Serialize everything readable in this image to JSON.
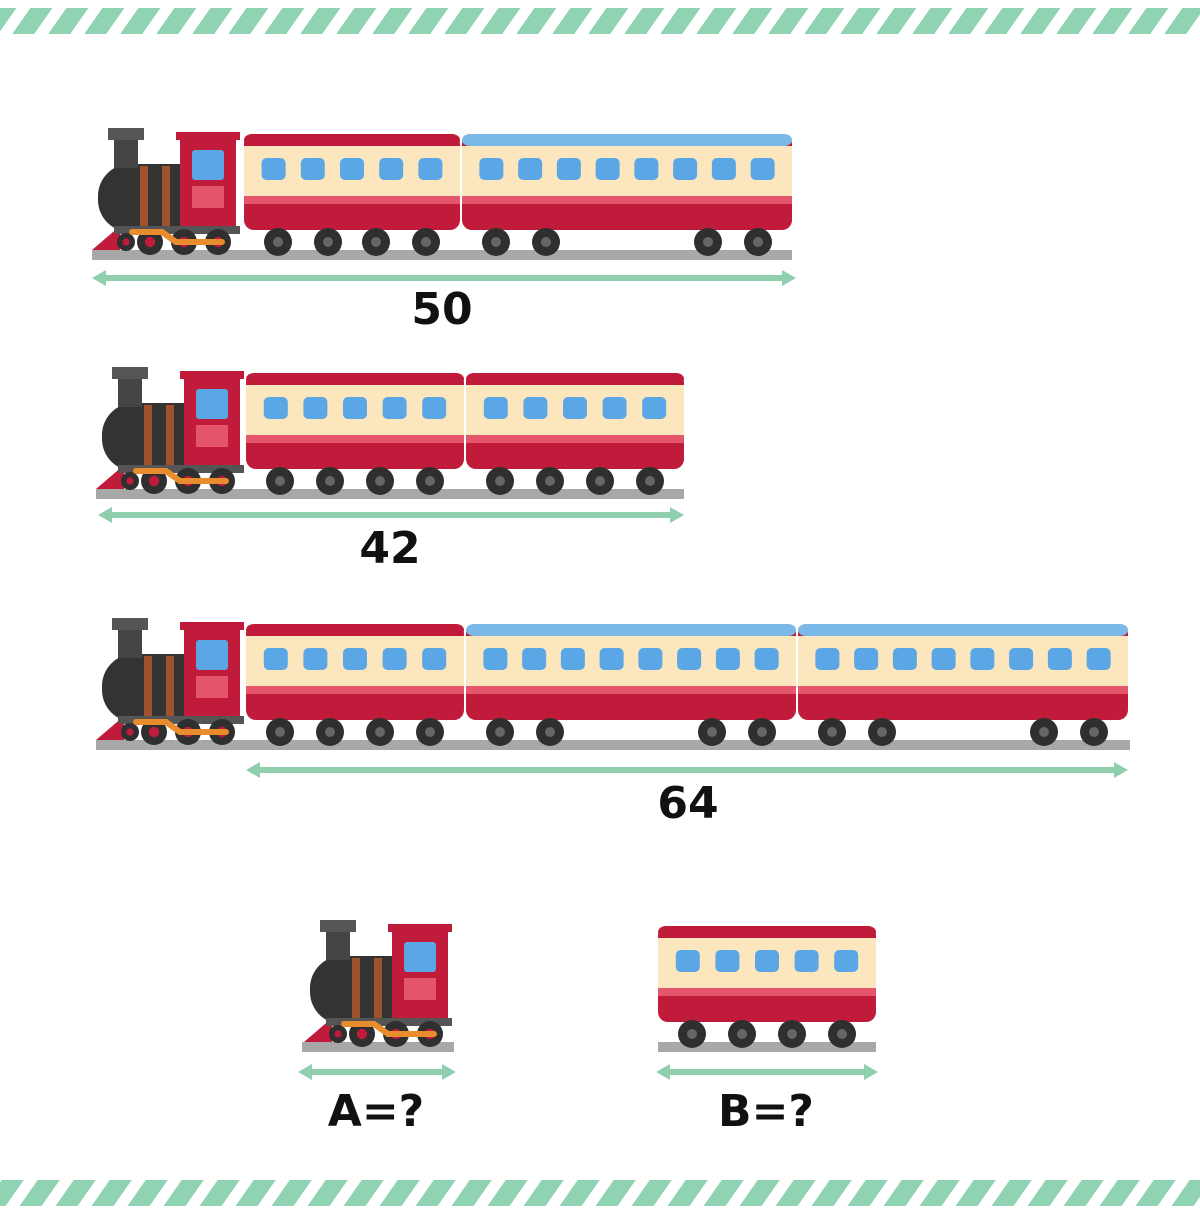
{
  "puzzle": {
    "rows": [
      {
        "label": "50",
        "cars": [
          "red",
          "blue"
        ],
        "measure": "engine-and-cars"
      },
      {
        "label": "42",
        "cars": [
          "red",
          "red"
        ],
        "measure": "engine-and-cars"
      },
      {
        "label": "64",
        "cars": [
          "red",
          "blue",
          "blue"
        ],
        "measure": "cars-only"
      }
    ],
    "unknowns": {
      "engine_label": "A=?",
      "car_label": "B=?"
    }
  },
  "colors": {
    "stripe": "#8fd3b3",
    "arrow": "#8fcfae",
    "rail": "#a8a8a8",
    "car_body_red": "#c11b3b",
    "car_band": "#fbe6bd",
    "car_stripe": "#e5566a",
    "car_roof_blue": "#7ab8e8",
    "window": "#5ba7e6",
    "wheel": "#2f2f2f",
    "engine_black": "#333333",
    "engine_cab": "#c11b3b",
    "engine_accent": "#e88c2e",
    "text": "#111111"
  }
}
